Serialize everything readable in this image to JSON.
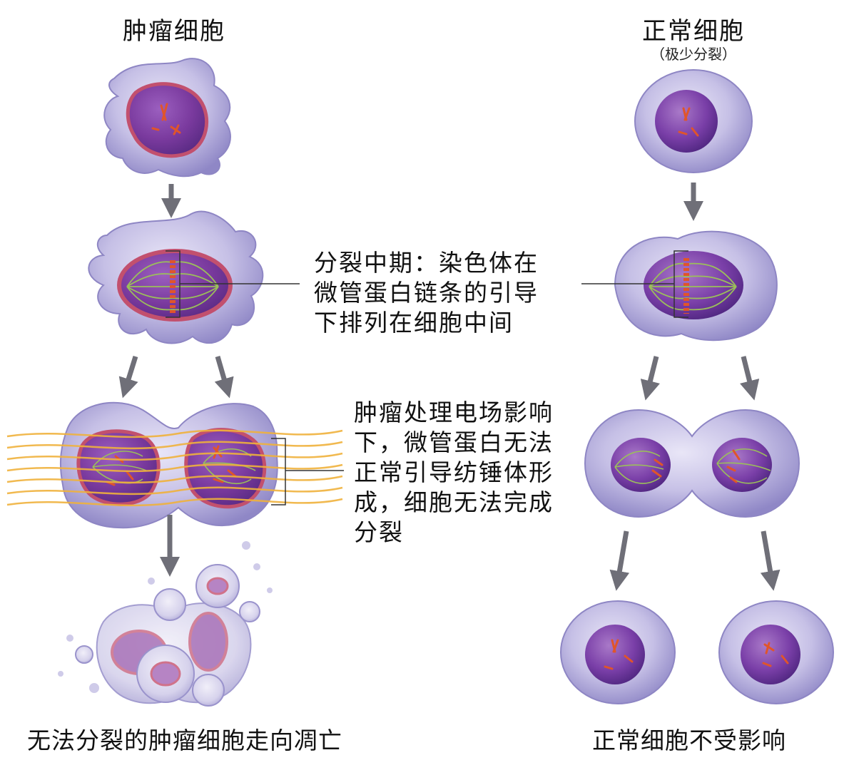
{
  "tumor": {
    "title": "肿瘤细胞",
    "caption": "无法分裂的肿瘤细胞走向凋亡"
  },
  "normal": {
    "title": "正常细胞",
    "subtitle": "（极少分裂）",
    "caption": "正常细胞不受影响"
  },
  "annotations": {
    "metaphase": "分裂中期：染色体在\n微管蛋白链条的引导\n下排列在细胞中间",
    "ttfields": "肿瘤处理电场影响\n下，微管蛋白无法\n正常引导纺锤体形\n成，细胞无法完成\n分裂"
  },
  "colors": {
    "cytoplasm": "#b9b3de",
    "cytoplasm_edge": "#8e86c4",
    "nucleus": "#7a3fa8",
    "nucleus_rim": "#c2506e",
    "chromosome": "#e0552a",
    "spindle": "#9bbf5a",
    "field_lines": "#f0b23c",
    "arrow": "#6f6f78"
  }
}
